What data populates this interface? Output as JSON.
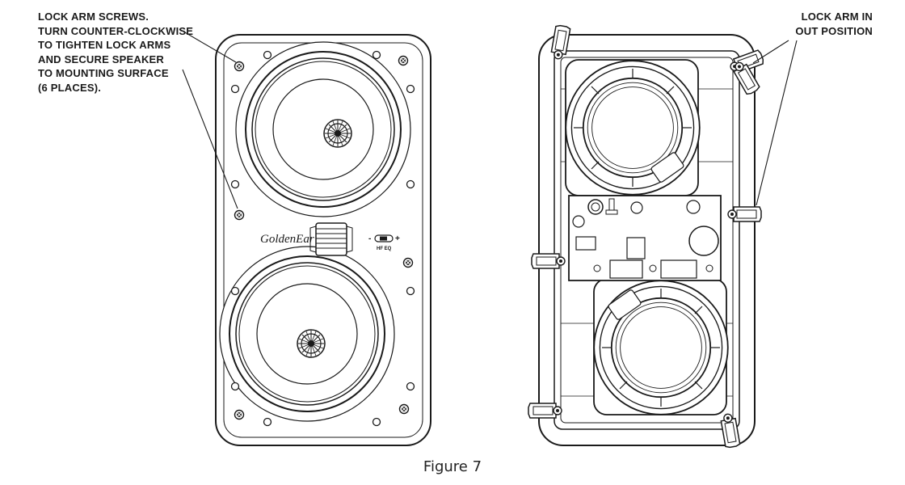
{
  "callouts": {
    "left": {
      "lines": [
        "LOCK ARM SCREWS.",
        "TURN COUNTER-CLOCKWISE",
        "TO TIGHTEN LOCK ARMS",
        "AND SECURE SPEAKER",
        "TO MOUNTING SURFACE",
        "(6 PLACES)."
      ]
    },
    "right": {
      "lines": [
        "LOCK ARM IN",
        "OUT POSITION"
      ]
    }
  },
  "front_panel": {
    "brand_logo": "GoldenEar",
    "switch": {
      "minus": "-",
      "plus": "+",
      "label": "HF EQ"
    }
  },
  "caption": "Figure 7",
  "colors": {
    "ink": "#1a1a1a",
    "background": "#ffffff"
  }
}
